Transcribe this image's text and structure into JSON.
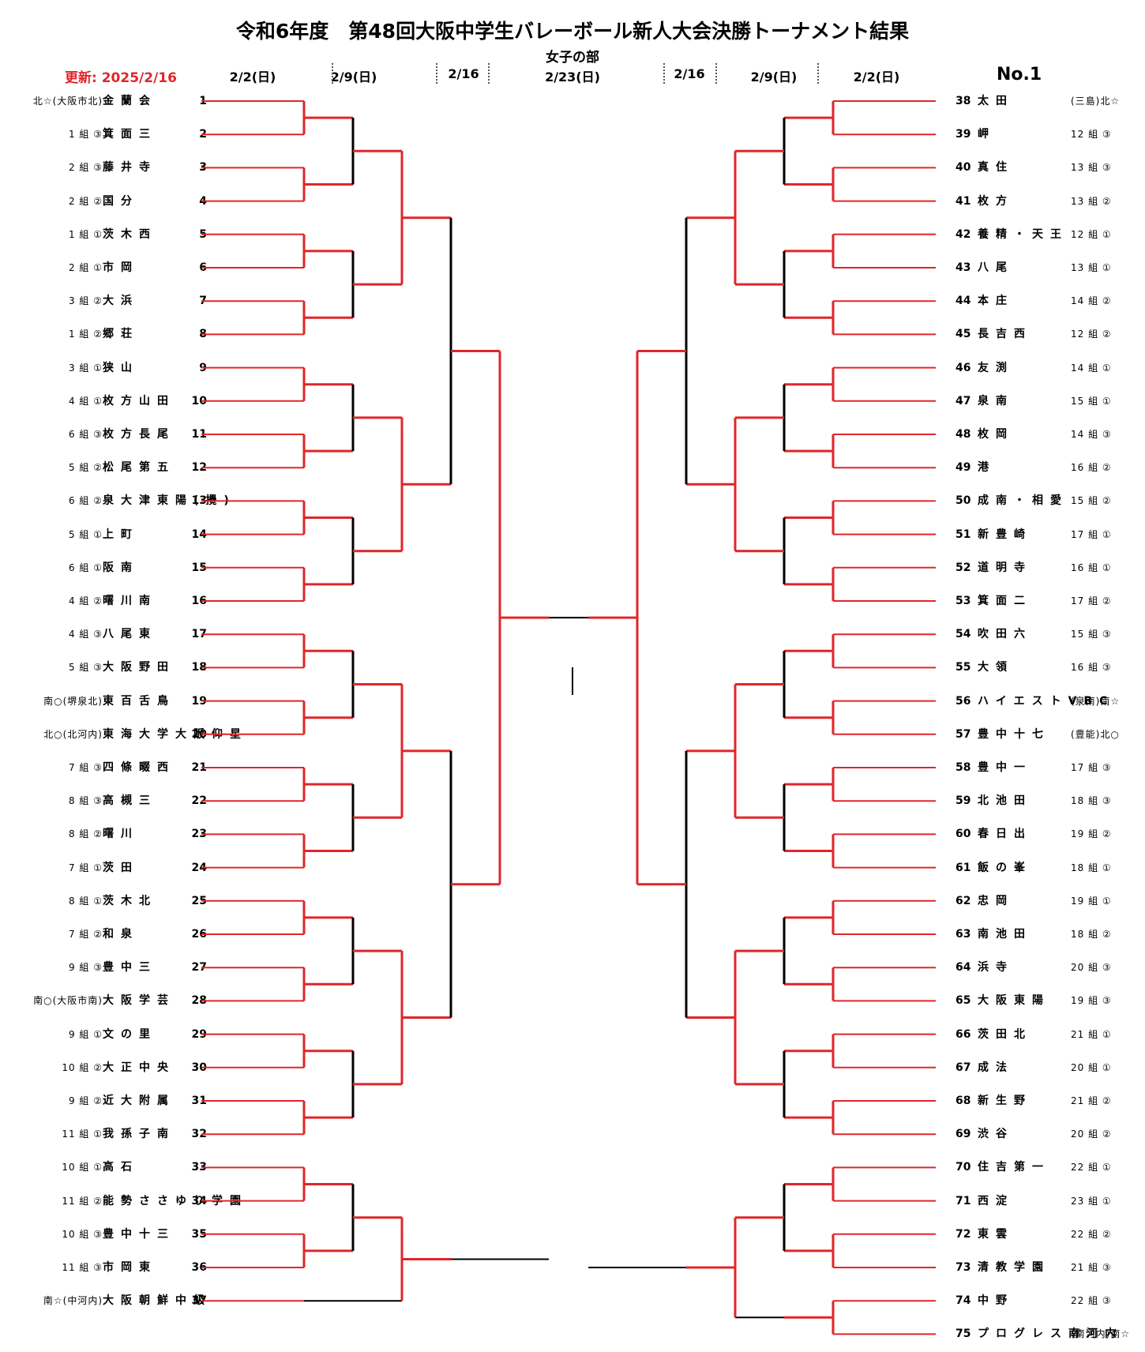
{
  "header": {
    "title": "令和6年度　第48回大阪中学生バレーボール新人大会決勝トーナメント結果",
    "subtitle": "女子の部",
    "updated": "更新: 2025/2/16",
    "page_no": "No.1"
  },
  "dates": {
    "left": [
      "2/2(日)",
      "2/9(日)",
      "2/16"
    ],
    "center": "2/23(日)",
    "right": [
      "2/16",
      "2/9(日)",
      "2/2(日)"
    ]
  },
  "teams_left": [
    {
      "num": "1",
      "name": "金蘭会",
      "pref": "北☆(大阪市北)"
    },
    {
      "num": "2",
      "name": "箕面三",
      "pref": "1 組 ③"
    },
    {
      "num": "3",
      "name": "藤井寺",
      "pref": "2 組 ③"
    },
    {
      "num": "4",
      "name": "国分",
      "pref": "2 組 ②"
    },
    {
      "num": "5",
      "name": "茨木西",
      "pref": "1 組 ①"
    },
    {
      "num": "6",
      "name": "市岡",
      "pref": "2 組 ①"
    },
    {
      "num": "7",
      "name": "大浜",
      "pref": "3 組 ②"
    },
    {
      "num": "8",
      "name": "郷荘",
      "pref": "1 組 ②"
    },
    {
      "num": "9",
      "name": "狭山",
      "pref": "3 組 ①"
    },
    {
      "num": "10",
      "name": "枚方山田",
      "pref": "4 組 ①"
    },
    {
      "num": "11",
      "name": "枚方長尾",
      "pref": "6 組 ③"
    },
    {
      "num": "12",
      "name": "松尾第五",
      "pref": "5 組 ②"
    },
    {
      "num": "13",
      "name": "泉大津東陽(攪)",
      "pref": "6 組 ②"
    },
    {
      "num": "14",
      "name": "上町",
      "pref": "5 組 ①"
    },
    {
      "num": "15",
      "name": "阪南",
      "pref": "6 組 ①"
    },
    {
      "num": "16",
      "name": "曙川南",
      "pref": "4 組 ②"
    },
    {
      "num": "17",
      "name": "八尾東",
      "pref": "4 組 ③"
    },
    {
      "num": "18",
      "name": "大阪野田",
      "pref": "5 組 ③"
    },
    {
      "num": "19",
      "name": "東百舌鳥",
      "pref": "南○(堺泉北)"
    },
    {
      "num": "20",
      "name": "東海大学大阪仰星",
      "pref": "北○(北河内)"
    },
    {
      "num": "21",
      "name": "四條畷西",
      "pref": "7 組 ③"
    },
    {
      "num": "22",
      "name": "高槻三",
      "pref": "8 組 ③"
    },
    {
      "num": "23",
      "name": "曙川",
      "pref": "8 組 ②"
    },
    {
      "num": "24",
      "name": "茨田",
      "pref": "7 組 ①"
    },
    {
      "num": "25",
      "name": "茨木北",
      "pref": "8 組 ①"
    },
    {
      "num": "26",
      "name": "和泉",
      "pref": "7 組 ②"
    },
    {
      "num": "27",
      "name": "豊中三",
      "pref": "9 組 ③"
    },
    {
      "num": "28",
      "name": "大阪学芸",
      "pref": "南○(大阪市南)"
    },
    {
      "num": "29",
      "name": "文の里",
      "pref": "9 組 ①"
    },
    {
      "num": "30",
      "name": "大正中央",
      "pref": "10 組 ②"
    },
    {
      "num": "31",
      "name": "近大附属",
      "pref": "9 組 ②"
    },
    {
      "num": "32",
      "name": "我孫子南",
      "pref": "11 組 ①"
    },
    {
      "num": "33",
      "name": "高石",
      "pref": "10 組 ①"
    },
    {
      "num": "34",
      "name": "能勢ささゆり学園",
      "pref": "11 組 ②"
    },
    {
      "num": "35",
      "name": "豊中十三",
      "pref": "10 組 ③"
    },
    {
      "num": "36",
      "name": "市岡東",
      "pref": "11 組 ③"
    },
    {
      "num": "37",
      "name": "大阪朝鮮中級",
      "pref": "南☆(中河内)"
    }
  ],
  "teams_right": [
    {
      "num": "38",
      "name": "太田",
      "pref": "(三島)北☆"
    },
    {
      "num": "39",
      "name": "岬",
      "pref": "12 組 ③"
    },
    {
      "num": "40",
      "name": "真住",
      "pref": "13 組 ③"
    },
    {
      "num": "41",
      "name": "枚方",
      "pref": "13 組 ②"
    },
    {
      "num": "42",
      "name": "養精・天王",
      "pref": "12 組 ①"
    },
    {
      "num": "43",
      "name": "八尾",
      "pref": "13 組 ①"
    },
    {
      "num": "44",
      "name": "本庄",
      "pref": "14 組 ②"
    },
    {
      "num": "45",
      "name": "長吉西",
      "pref": "12 組 ②"
    },
    {
      "num": "46",
      "name": "友渕",
      "pref": "14 組 ①"
    },
    {
      "num": "47",
      "name": "泉南",
      "pref": "15 組 ①"
    },
    {
      "num": "48",
      "name": "枚岡",
      "pref": "14 組 ③"
    },
    {
      "num": "49",
      "name": "港",
      "pref": "16 組 ②"
    },
    {
      "num": "50",
      "name": "成南・相愛",
      "pref": "15 組 ②"
    },
    {
      "num": "51",
      "name": "新豊崎",
      "pref": "17 組 ①"
    },
    {
      "num": "52",
      "name": "道明寺",
      "pref": "16 組 ①"
    },
    {
      "num": "53",
      "name": "箕面二",
      "pref": "17 組 ②"
    },
    {
      "num": "54",
      "name": "吹田六",
      "pref": "15 組 ③"
    },
    {
      "num": "55",
      "name": "大領",
      "pref": "16 組 ③"
    },
    {
      "num": "56",
      "name": "ハイエストVBC",
      "pref": "(泉南)南☆"
    },
    {
      "num": "57",
      "name": "豊中十七",
      "pref": "(豊能)北○"
    },
    {
      "num": "58",
      "name": "豊中一",
      "pref": "17 組 ③"
    },
    {
      "num": "59",
      "name": "北池田",
      "pref": "18 組 ③"
    },
    {
      "num": "60",
      "name": "春日出",
      "pref": "19 組 ②"
    },
    {
      "num": "61",
      "name": "飯の峯",
      "pref": "18 組 ①"
    },
    {
      "num": "62",
      "name": "忠岡",
      "pref": "19 組 ①"
    },
    {
      "num": "63",
      "name": "南池田",
      "pref": "18 組 ②"
    },
    {
      "num": "64",
      "name": "浜寺",
      "pref": "20 組 ③"
    },
    {
      "num": "65",
      "name": "大阪東陽",
      "pref": "19 組 ③"
    },
    {
      "num": "66",
      "name": "茨田北",
      "pref": "21 組 ①"
    },
    {
      "num": "67",
      "name": "成法",
      "pref": "20 組 ①"
    },
    {
      "num": "68",
      "name": "新生野",
      "pref": "21 組 ②"
    },
    {
      "num": "69",
      "name": "渋谷",
      "pref": "20 組 ②"
    },
    {
      "num": "70",
      "name": "住吉第一",
      "pref": "22 組 ①"
    },
    {
      "num": "71",
      "name": "西淀",
      "pref": "23 組 ①"
    },
    {
      "num": "72",
      "name": "東雲",
      "pref": "22 組 ②"
    },
    {
      "num": "73",
      "name": "清教学園",
      "pref": "21 組 ③"
    },
    {
      "num": "74",
      "name": "中野",
      "pref": "22 組 ③"
    },
    {
      "num": "75",
      "name": "プログレス南河内",
      "pref": "(南河内)南☆"
    }
  ],
  "colors": {
    "winner_line": "#e0262a",
    "line": "#000000",
    "updated": "#e0262a"
  }
}
